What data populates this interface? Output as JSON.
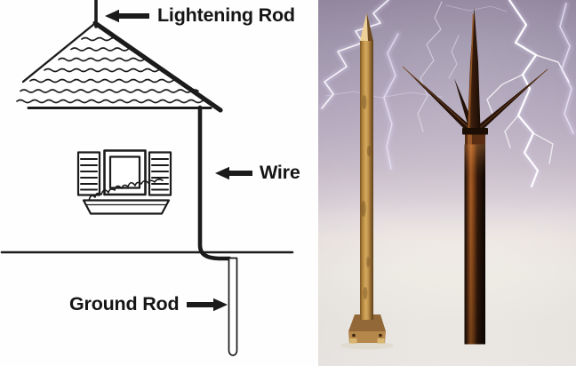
{
  "figure": {
    "left_panel": {
      "type": "line-diagram of house lightning protection system",
      "labels": {
        "lightning_rod": "Lightening Rod",
        "wire": "Wire",
        "ground_rod": "Ground Rod"
      },
      "ink_color": "#1b1b1b",
      "background_color": "#fefefe"
    },
    "right_panel": {
      "type": "photograph",
      "subject": "two copper lightning rods against a stormy sky with lightning bolts",
      "colors": {
        "sky_top": "#958aa3",
        "sky_light": "#d6cdd7",
        "foreground": "#f2efe8",
        "lightning": "#ffffff",
        "copper_light": "#d4a95e",
        "copper_dark": "#2a1408"
      }
    }
  }
}
